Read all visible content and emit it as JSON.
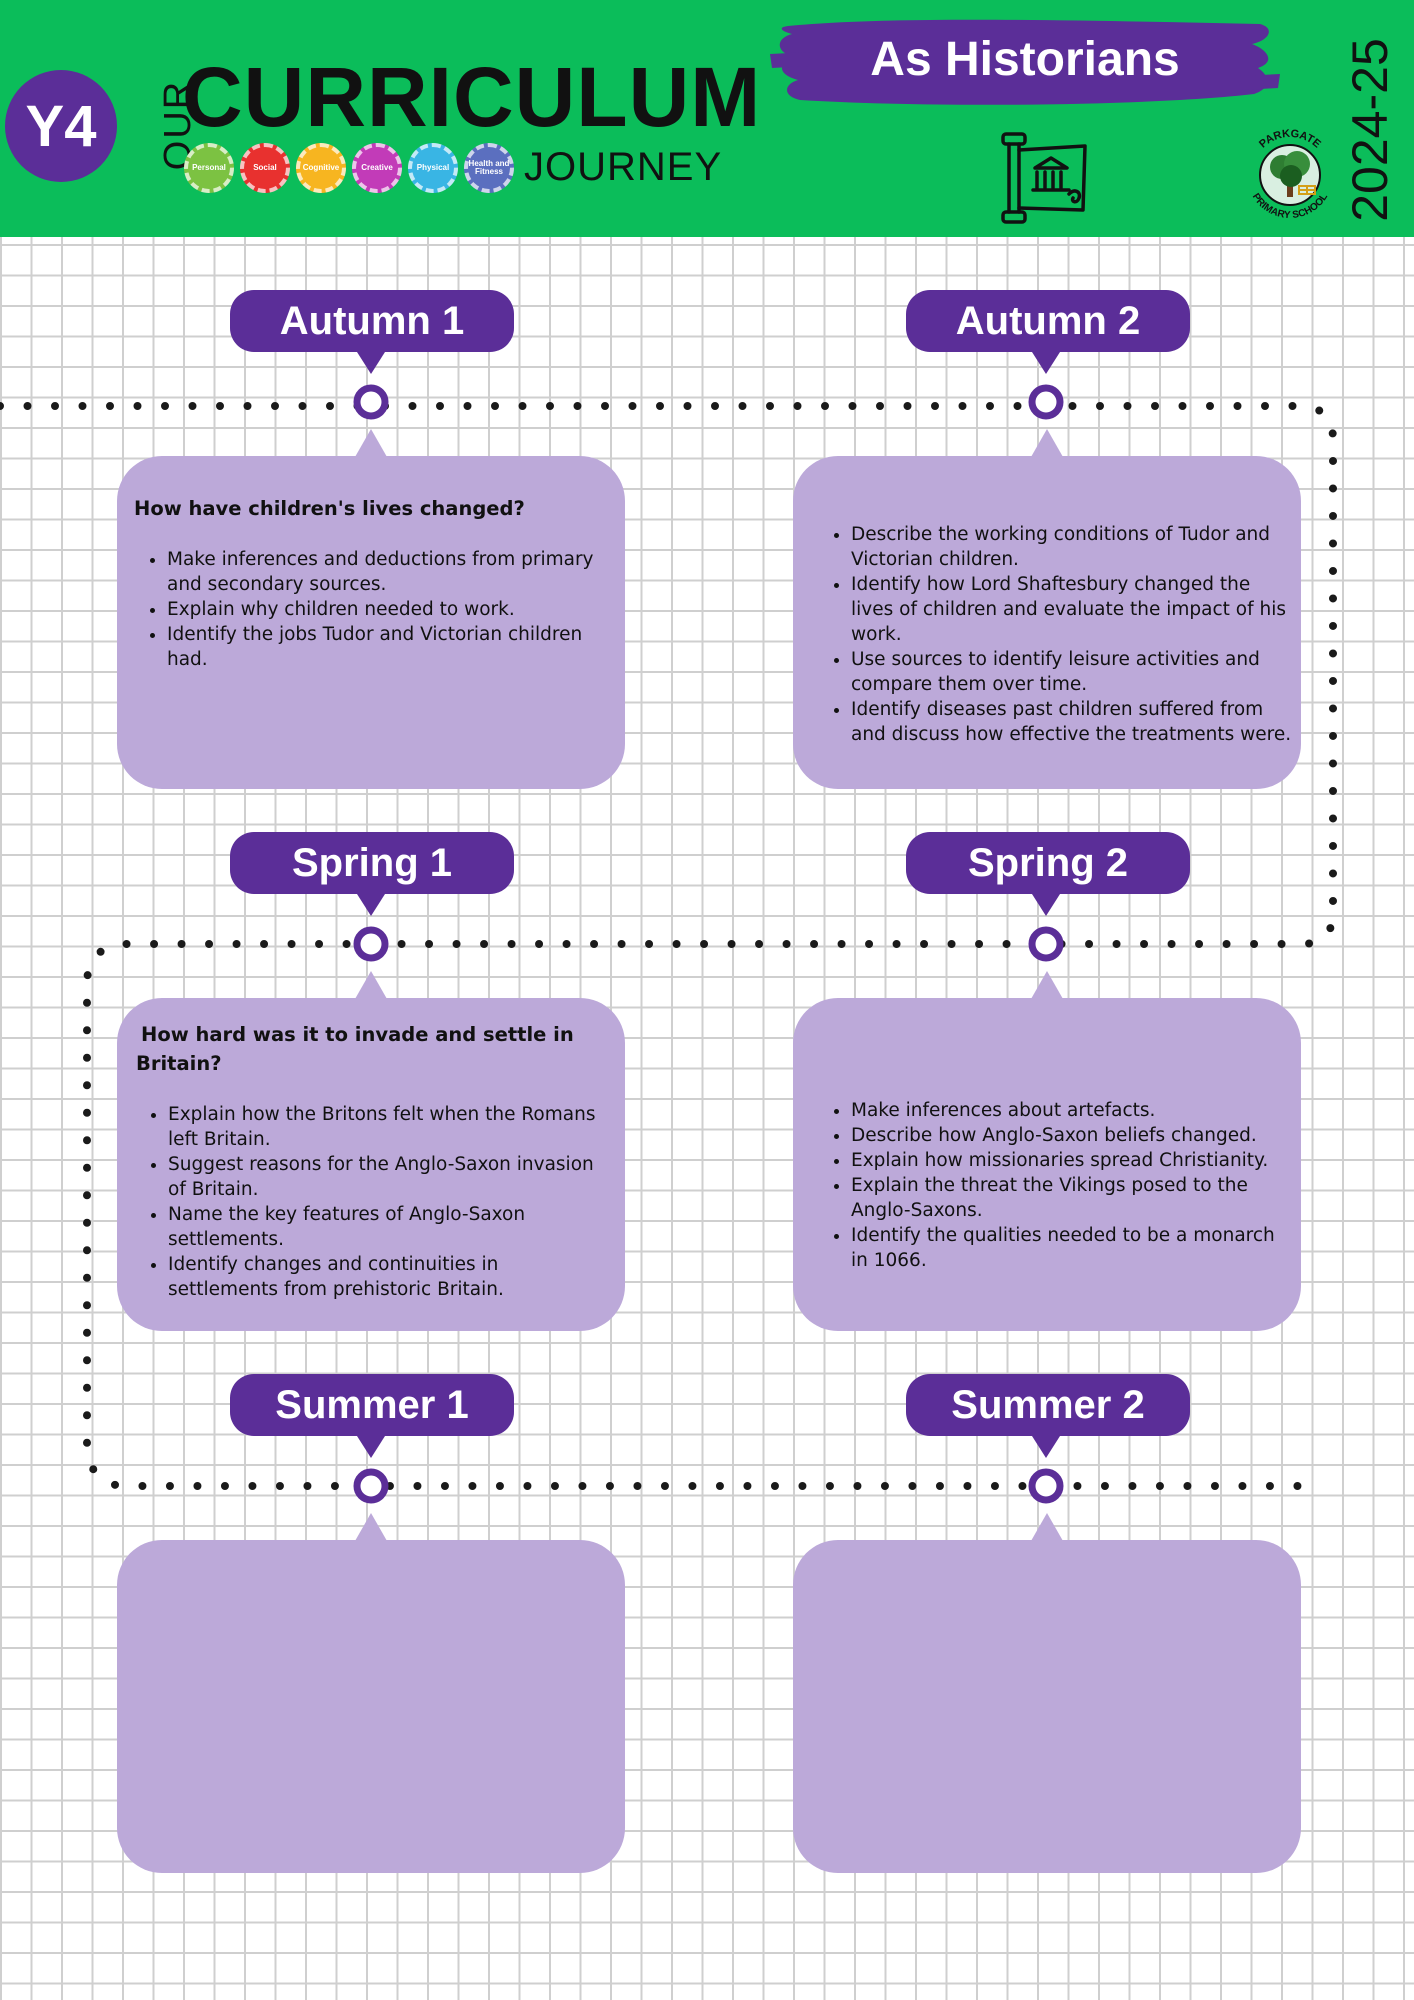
{
  "header": {
    "year": "Y4",
    "our": "OUR",
    "title": "CURRICULUM",
    "journey": "JOURNEY",
    "banner": "As Historians",
    "school_top": "PARKGATE",
    "school_bottom": "PRIMARY SCHOOL",
    "academic_year": "2024-25",
    "gears": [
      {
        "label": "Personal",
        "color": "#7cc242"
      },
      {
        "label": "Social",
        "color": "#e8312f"
      },
      {
        "label": "Cognitive",
        "color": "#f7b520"
      },
      {
        "label": "Creative",
        "color": "#c23bb8"
      },
      {
        "label": "Physical",
        "color": "#39b5e4"
      },
      {
        "label": "Health and Fitness",
        "color": "#5b6fbf"
      }
    ]
  },
  "terms": {
    "autumn1": {
      "label": "Autumn 1",
      "title": "How have children's lives changed?",
      "bullets": [
        "Make inferences and deductions from primary and secondary sources.",
        "Explain why children needed to work.",
        "Identify the jobs Tudor and Victorian children had."
      ]
    },
    "autumn2": {
      "label": "Autumn 2",
      "bullets": [
        "Describe the working conditions of Tudor and Victorian children.",
        "Identify how Lord Shaftesbury changed the lives of children and evaluate the impact of his work.",
        "Use sources to identify leisure activities and compare them over time.",
        "Identify diseases past children suffered from and discuss how effective the treatments were."
      ]
    },
    "spring1": {
      "label": "Spring 1",
      "title": "How hard was it to invade and settle in Britain?",
      "bullets": [
        "Explain how the Britons felt when the Romans left Britain.",
        "Suggest reasons for the Anglo-Saxon invasion of Britain.",
        "Name the key features of Anglo-Saxon settlements.",
        "Identify changes and continuities in settlements from prehistoric Britain."
      ]
    },
    "spring2": {
      "label": "Spring 2",
      "bullets": [
        "Make inferences about artefacts.",
        "Describe how Anglo-Saxon beliefs changed.",
        "Explain how missionaries spread Christianity.",
        "Explain the threat the Vikings posed to the Anglo-Saxons.",
        "Identify the qualities needed to be a monarch in 1066."
      ]
    },
    "summer1": {
      "label": "Summer 1"
    },
    "summer2": {
      "label": "Summer 2"
    }
  },
  "colors": {
    "header_green": "#0bbd5a",
    "purple": "#5b2e98",
    "card_lilac": "#bca9d9"
  }
}
